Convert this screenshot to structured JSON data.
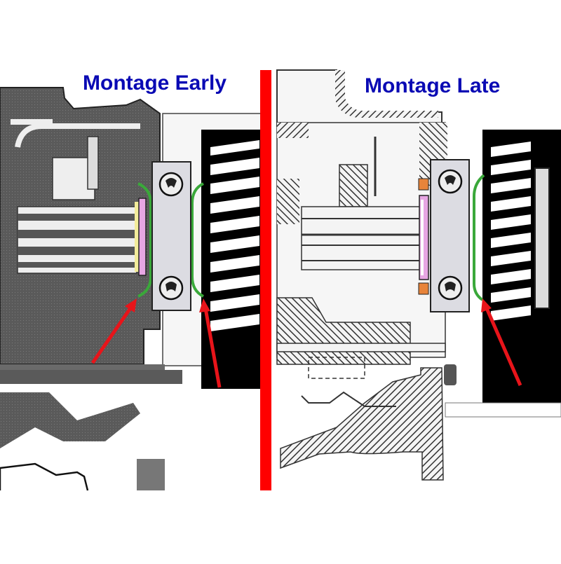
{
  "panels": {
    "early": {
      "title": "Montage Early"
    },
    "late": {
      "title": "Montage Late"
    }
  },
  "colors": {
    "title": "#0a0ab4",
    "divider": "#ff0000",
    "arrow": "#e8141a",
    "seal_green": "#3aa83a",
    "spacer_pink": "#e7a6e3",
    "shim_yellow": "#f3ec9a",
    "ring_orange": "#e8843a",
    "plate_gray": "#d9d9de",
    "drawing_dark": "#4a4a4a",
    "background": "#ffffff"
  },
  "annotations": {
    "early_arrows": 2,
    "late_arrows": 1
  },
  "components": {
    "bearing_plate": "bearing-retainer-plate",
    "screws": 2,
    "oil_seal": "oil-seal",
    "spacer": "spacer-ring",
    "gear": "helical-gear"
  }
}
